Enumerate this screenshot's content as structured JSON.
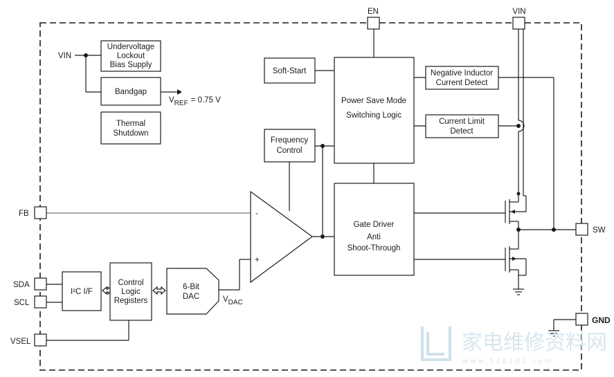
{
  "pins": {
    "en": "EN",
    "vin_top": "VIN",
    "vin_left": "VIN",
    "fb": "FB",
    "sda": "SDA",
    "scl": "SCL",
    "vsel": "VSEL",
    "sw": "SW",
    "gnd": "GND"
  },
  "blocks": {
    "uvlo": [
      "Undervoltage",
      "Lockout",
      "Bias Supply"
    ],
    "bandgap": "Bandgap",
    "thermal": [
      "Thermal",
      "Shutdown"
    ],
    "soft_start": "Soft-Start",
    "psm": [
      "Power Save Mode",
      "Switching Logic"
    ],
    "neg_inductor": [
      "Negative Inductor",
      "Current Detect"
    ],
    "current_limit": [
      "Current Limit",
      "Detect"
    ],
    "freq_control": [
      "Frequency",
      "Control"
    ],
    "gate_driver": [
      "Gate Driver",
      "Anti",
      "Shoot-Through"
    ],
    "i2c": "I²C I/F",
    "control_logic": [
      "Control",
      "Logic",
      "Registers"
    ],
    "dac": [
      "6-Bit",
      "DAC"
    ]
  },
  "signals": {
    "vref": "V",
    "vref_sub": "REF",
    "vref_value": "= 0.75 V",
    "vdac": "V",
    "vdac_sub": "DAC"
  },
  "comparator": {
    "minus": "-",
    "plus": "+"
  },
  "watermark": {
    "cn": "家电维修资料网",
    "url": "www.520101.com"
  }
}
